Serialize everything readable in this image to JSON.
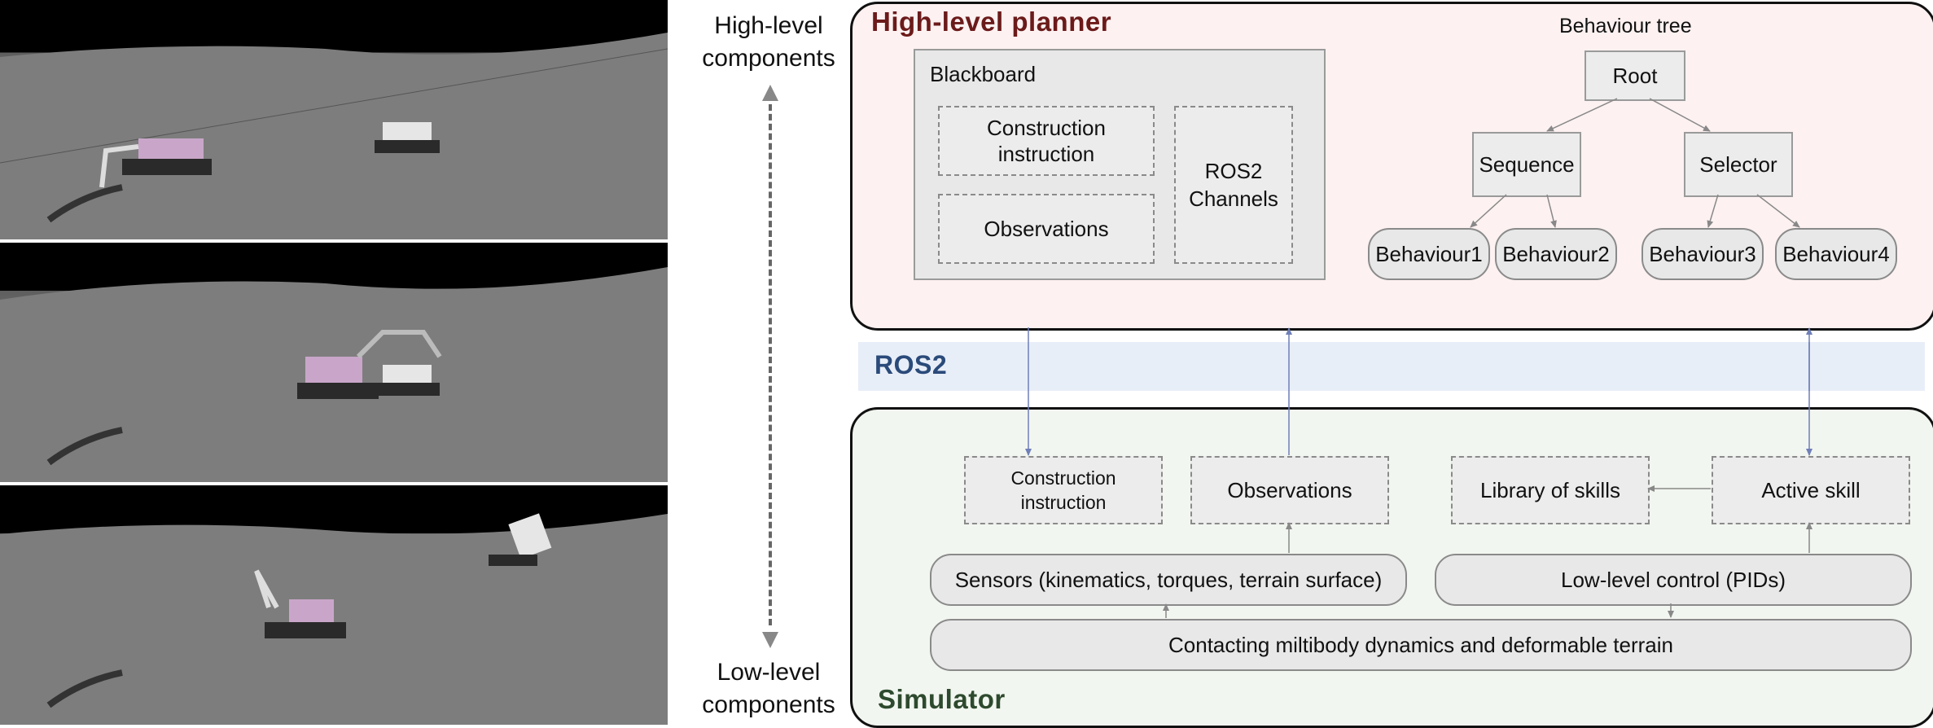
{
  "side_labels": {
    "top": [
      "High-level",
      "components"
    ],
    "bottom": [
      "Low-level",
      "components"
    ]
  },
  "planner": {
    "title": "High-level planner",
    "title_color": "#6b1a1a",
    "bg": "#fdf1f1",
    "blackboard": {
      "label": "Blackboard",
      "construction_instruction": [
        "Construction",
        "instruction"
      ],
      "observations": "Observations",
      "ros2_channels": [
        "ROS2",
        "Channels"
      ]
    },
    "behaviour_tree": {
      "label": "Behaviour tree",
      "root": "Root",
      "sequence": "Sequence",
      "selector": "Selector",
      "behaviours": [
        "Behaviour1",
        "Behaviour2",
        "Behaviour3",
        "Behaviour4"
      ]
    }
  },
  "ros2": {
    "label": "ROS2",
    "color": "#2a4a7a"
  },
  "simulator": {
    "title": "Simulator",
    "title_color": "#2e4a2e",
    "bg": "#f2f6f0",
    "construction_instruction": [
      "Construction",
      "instruction"
    ],
    "observations": "Observations",
    "library_of_skills": "Library of skills",
    "active_skill": "Active skill",
    "sensors": "Sensors (kinematics, torques, terrain surface)",
    "low_level_control": "Low-level control (PIDs)",
    "dynamics": "Contacting miltibody dynamics and deformable terrain"
  },
  "colors": {
    "arrow_blue": "#6f7fb8",
    "arrow_gray": "#888888"
  }
}
